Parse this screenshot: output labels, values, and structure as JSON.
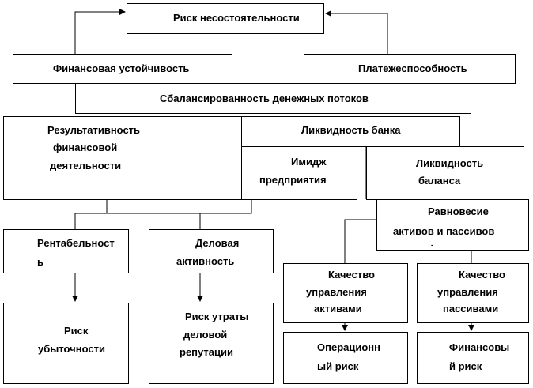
{
  "diagram": {
    "insolvency_risk": "Риск несостоятельности",
    "financial_stability": "Финансовая устойчивость",
    "solvency": "Платежеспособность",
    "cash_flow_balance": "Сбалансированность денежных потоков",
    "performance": [
      "Результативность",
      "финансовой",
      "деятельности"
    ],
    "bank_liquidity": "Ликвидность банка",
    "image": [
      "Имидж",
      "предприятия"
    ],
    "balance_liquidity": [
      "Ликвидность",
      "баланса"
    ],
    "asset_liability_equilibrium": [
      "Равновесие",
      "активов и пассивов",
      "-"
    ],
    "profitability": [
      "Рентабельност",
      "ь"
    ],
    "business_activity": [
      "Деловая",
      "активность"
    ],
    "asset_management_quality": [
      "Качество",
      "управления",
      "активами"
    ],
    "liability_management_quality": [
      "Качество",
      "управления",
      "пассивами"
    ],
    "loss_risk": [
      "Риск",
      "убыточности"
    ],
    "reputation_risk": [
      "Риск утраты",
      "деловой",
      "репутации"
    ],
    "operational_risk": [
      "Операционн",
      "ый риск"
    ],
    "financial_risk": [
      "Финансовы",
      "й риск"
    ]
  }
}
